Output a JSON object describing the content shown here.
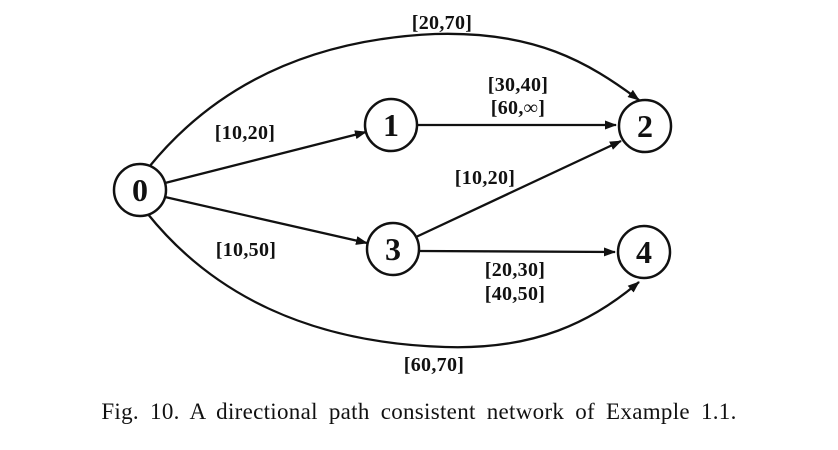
{
  "figure": {
    "caption": "Fig. 10. A directional path consistent network of Example 1.1."
  },
  "colors": {
    "ink": "#111111",
    "paper": "#ffffff"
  },
  "diagram": {
    "type": "directed-graph",
    "description": "directional path consistent temporal constraint network",
    "nodes": [
      {
        "id": "0",
        "label": "0"
      },
      {
        "id": "1",
        "label": "1"
      },
      {
        "id": "2",
        "label": "2"
      },
      {
        "id": "3",
        "label": "3"
      },
      {
        "id": "4",
        "label": "4"
      }
    ],
    "edges": [
      {
        "from": "0",
        "to": "2",
        "labels": [
          "[20,70]"
        ]
      },
      {
        "from": "0",
        "to": "1",
        "labels": [
          "[10,20]"
        ]
      },
      {
        "from": "1",
        "to": "2",
        "labels": [
          "[30,40]",
          "[60,∞]"
        ]
      },
      {
        "from": "3",
        "to": "2",
        "labels": [
          "[10,20]"
        ]
      },
      {
        "from": "0",
        "to": "3",
        "labels": [
          "[10,50]"
        ]
      },
      {
        "from": "3",
        "to": "4",
        "labels": [
          "[20,30]",
          "[40,50]"
        ]
      },
      {
        "from": "0",
        "to": "4",
        "labels": [
          "[60,70]"
        ]
      }
    ]
  }
}
